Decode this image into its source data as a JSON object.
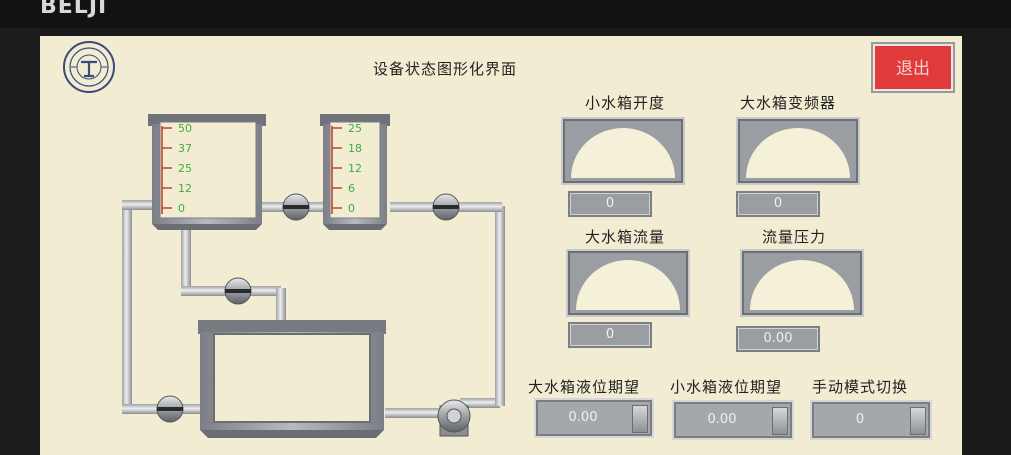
{
  "bezel": {
    "brand": "BELJI"
  },
  "screen": {
    "title": "设备状态图形化界面",
    "exit_label": "退出"
  },
  "small_tank": {
    "scale": [
      "50",
      "37",
      "25",
      "12",
      "0"
    ]
  },
  "big_tank_gauge_scale": {
    "scale": [
      "25",
      "18",
      "12",
      "6",
      "0"
    ]
  },
  "gauges": [
    {
      "label": "小水箱开度",
      "value": "0",
      "fill_fraction": 0
    },
    {
      "label": "大水箱变频器",
      "value": "0",
      "fill_fraction": 0
    },
    {
      "label": "大水箱流量",
      "value": "0",
      "fill_fraction": 0
    },
    {
      "label": "流量压力",
      "value": "0.00",
      "fill_fraction": 0
    }
  ],
  "setpoints": [
    {
      "label": "大水箱液位期望",
      "value": "0.00"
    },
    {
      "label": "小水箱液位期望",
      "value": "0.00"
    },
    {
      "label": "手动模式切换",
      "value": "0"
    }
  ],
  "colors": {
    "screen_bg": "#f2ecd2",
    "exit_button": "#e03a3a",
    "gauge_face": "#f5f0d8",
    "scale_red": "#c0392b",
    "scale_green": "#3fae3f"
  }
}
